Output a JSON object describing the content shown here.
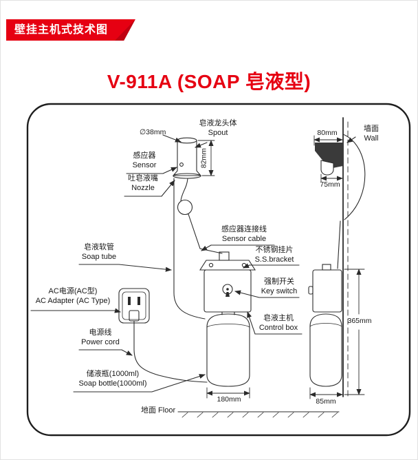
{
  "banner": {
    "title": "壁挂主机式技术图"
  },
  "title": "V-911A (SOAP 皂液型)",
  "diagram": {
    "front": {
      "spout": {
        "cn": "皂液龙头体",
        "en": "Spout"
      },
      "diameter": "∅38mm",
      "sensor": {
        "cn": "感应器",
        "en": "Sensor"
      },
      "nozzle": {
        "cn": "吐皂液嘴",
        "en": "Nozzle"
      },
      "spout_height": "82mm",
      "sensor_cable": {
        "cn": "感应器连接线",
        "en": "Sensor cable"
      },
      "soap_tube": {
        "cn": "皂液软管",
        "en": "Soap tube"
      },
      "bracket": {
        "cn": "不锈钢挂片",
        "en": "S.S.bracket"
      },
      "ac_adapter": {
        "cn": "AC电源(AC型)",
        "en": "AC Adapter (AC Type)"
      },
      "key_switch": {
        "cn": "强制开关",
        "en": "Key switch"
      },
      "power_cord": {
        "cn": "电源线",
        "en": "Power cord"
      },
      "control_box": {
        "cn": "皂液主机",
        "en": "Control box"
      },
      "soap_bottle": {
        "cn": "储液瓶(1000ml)",
        "en": "Soap bottle(1000ml)"
      },
      "bottle_width": "180mm",
      "floor": "地面 Floor"
    },
    "side": {
      "wall": {
        "cn": "墙面",
        "en": "Wall"
      },
      "top_depth": "80mm",
      "spout_depth": "75mm",
      "unit_height": "365mm",
      "unit_depth": "85mm"
    }
  },
  "colors": {
    "accent": "#e60012",
    "line": "#2b2b2b"
  }
}
